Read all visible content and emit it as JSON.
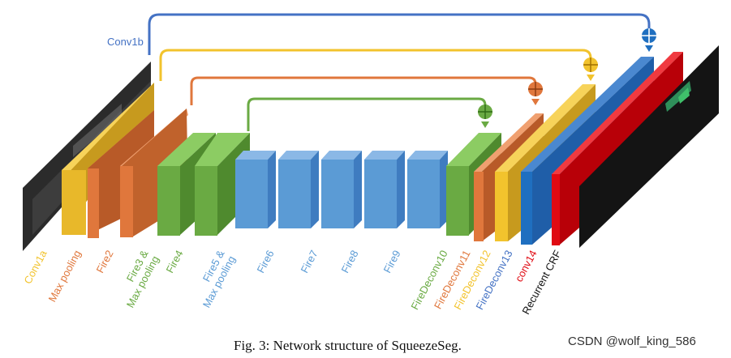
{
  "figure": {
    "caption": "Fig. 3: Network structure of SqueezeSeg.",
    "watermark": "CSDN @wolf_king_586",
    "skip_label": "Conv1b"
  },
  "colors": {
    "yellow": "#f2c32d",
    "orange": "#e0773c",
    "green": "#6aaa43",
    "blue": "#5b9bd5",
    "deep_blue": "#1f6fc0",
    "red": "#e00a12",
    "skip_blue": "#4472c4",
    "skip_yellow": "#f2c32d",
    "skip_orange": "#e0773c",
    "skip_green": "#6aaa43",
    "black": "#111111"
  },
  "layers": [
    {
      "label": "Conv1a",
      "color": "yellow"
    },
    {
      "label": "Max pooling",
      "color": "orange"
    },
    {
      "label": "Fire2",
      "color": "orange"
    },
    {
      "label": "Fire3 &\nMax pooling",
      "color": "green"
    },
    {
      "label": "Fire4",
      "color": "green"
    },
    {
      "label": "Fire5 &\nMax pooling",
      "color": "blue"
    },
    {
      "label": "Fire6",
      "color": "blue"
    },
    {
      "label": "Fire7",
      "color": "blue"
    },
    {
      "label": "Fire8",
      "color": "blue"
    },
    {
      "label": "Fire9",
      "color": "blue"
    },
    {
      "label": "FireDeconv10",
      "color": "green"
    },
    {
      "label": "FireDeconv11",
      "color": "orange"
    },
    {
      "label": "FireDeconv12",
      "color": "yellow"
    },
    {
      "label": "FireDeconv13",
      "color": "skip_blue"
    },
    {
      "label": "conv14",
      "color": "red"
    },
    {
      "label": "Recurrent CRF",
      "color": "black"
    }
  ]
}
